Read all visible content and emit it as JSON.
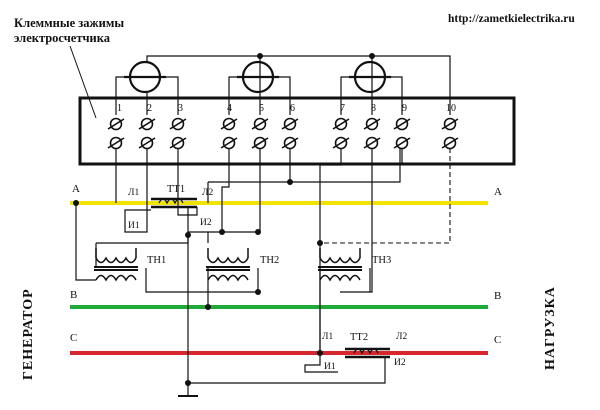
{
  "header": {
    "title_line1": "Клеммные зажимы",
    "title_line2": "электросчетчика",
    "url": "http://zametkielectrika.ru"
  },
  "terminals": [
    "1",
    "2",
    "3",
    "4",
    "5",
    "6",
    "7",
    "8",
    "9",
    "10"
  ],
  "phases": {
    "a_left": "A",
    "a_right": "A",
    "b_left": "B",
    "b_right": "B",
    "c_left": "C",
    "c_right": "C"
  },
  "current_transformers": {
    "tt1": {
      "name": "ТТ1",
      "l1": "Л1",
      "l2": "Л2",
      "i1": "И1",
      "i2": "И2"
    },
    "tt2": {
      "name": "ТТ2",
      "l1": "Л1",
      "l2": "Л2",
      "i1": "И1",
      "i2": "И2"
    }
  },
  "voltage_transformers": [
    "ТН1",
    "ТН2",
    "ТН3"
  ],
  "side_labels": {
    "left": "ГЕНЕРАТОР",
    "right": "НАГРУЗКА"
  },
  "colors": {
    "phase_a": "#f2e200",
    "phase_b": "#1faa3a",
    "phase_c": "#d8262e",
    "ink": "#111111"
  }
}
